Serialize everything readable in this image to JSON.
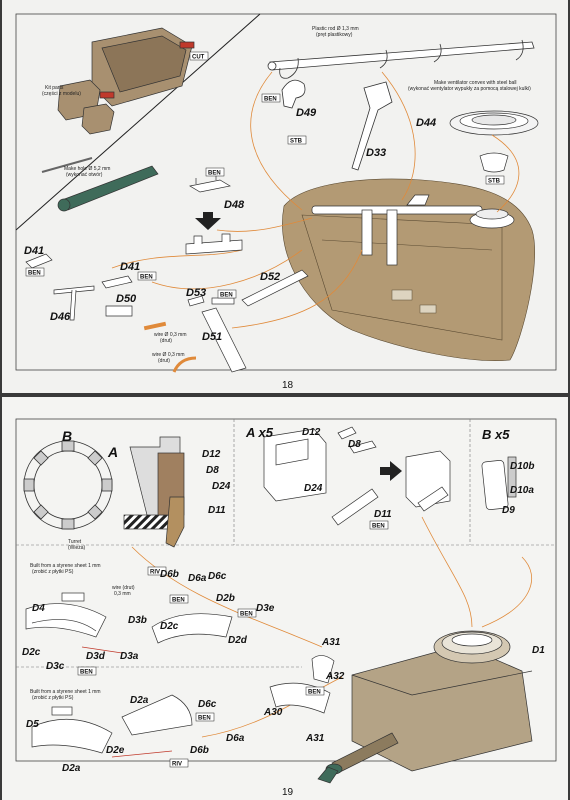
{
  "page18": {
    "number": "18",
    "inset": {
      "kit_parts": "Kit parts",
      "kit_parts_pl": "(części z modelu)",
      "make_hole": "Make hole Ø 5,2 mm",
      "make_hole_pl": "(wykonać otwór)",
      "cut": "CUT"
    },
    "plastic_rod": "Plastic rod Ø 1,3 mm",
    "plastic_rod_pl": "(pręt plastikowy)",
    "ventilator": "Make ventilator convex with steel ball",
    "ventilator_pl": "(wykonać wentylator wypukły za pomocą stalowej kulki)",
    "wire_a": "wire Ø 0,3 mm",
    "wire_a_pl": "(drut)",
    "wire_b": "wire Ø 0,3 mm",
    "wire_b_pl": "(drut)",
    "tags": {
      "ben": "BEN",
      "stb": "STB"
    },
    "labels": {
      "D49": "D49",
      "D33": "D33",
      "D44": "D44",
      "D48": "D48",
      "D41a": "D41",
      "D41b": "D41",
      "D46": "D46",
      "D50": "D50",
      "D52": "D52",
      "D53": "D53",
      "D51": "D51"
    }
  },
  "page19": {
    "number": "19",
    "section_b": "B",
    "section_a": "A",
    "turret": "Turret",
    "turret_pl": "(Wieża)",
    "section_a5": "A x5",
    "section_b5": "B x5",
    "styrene_1": "Built from a styrene sheet 1 mm",
    "styrene_1_pl": "(zrobić z płytki PS)",
    "styrene_2": "Built from a styrene sheet 1 mm",
    "styrene_2_pl": "(zrobić z płytki PS)",
    "wire": "wire (drut)",
    "wire_size": "0,3 mm",
    "tags": {
      "ben": "BEN",
      "riv": "RIV"
    },
    "labels": {
      "D12a": "D12",
      "D8a": "D8",
      "D24a": "D24",
      "D11a": "D11",
      "D12b": "D12",
      "D8b": "D8",
      "D24b": "D24",
      "D11b": "D11",
      "D10b": "D10b",
      "D10a": "D10a",
      "D9": "D9",
      "D6b1": "D6b",
      "D6a1": "D6a",
      "D6c1": "D6c",
      "D2b": "D2b",
      "D3e": "D3e",
      "D4": "D4",
      "D3b": "D3b",
      "D2c1": "D2c",
      "D2c2": "D2c",
      "D2d": "D2d",
      "D3c": "D3c",
      "D3d": "D3d",
      "D3a": "D3a",
      "D1": "D1",
      "A31a": "A31",
      "A32": "A32",
      "A30": "A30",
      "A31b": "A31",
      "D5": "D5",
      "D2a1": "D2a",
      "D6c2": "D6c",
      "D2e": "D2e",
      "D6a2": "D6a",
      "D6b2": "D6b",
      "D2a2": "D2a"
    }
  }
}
